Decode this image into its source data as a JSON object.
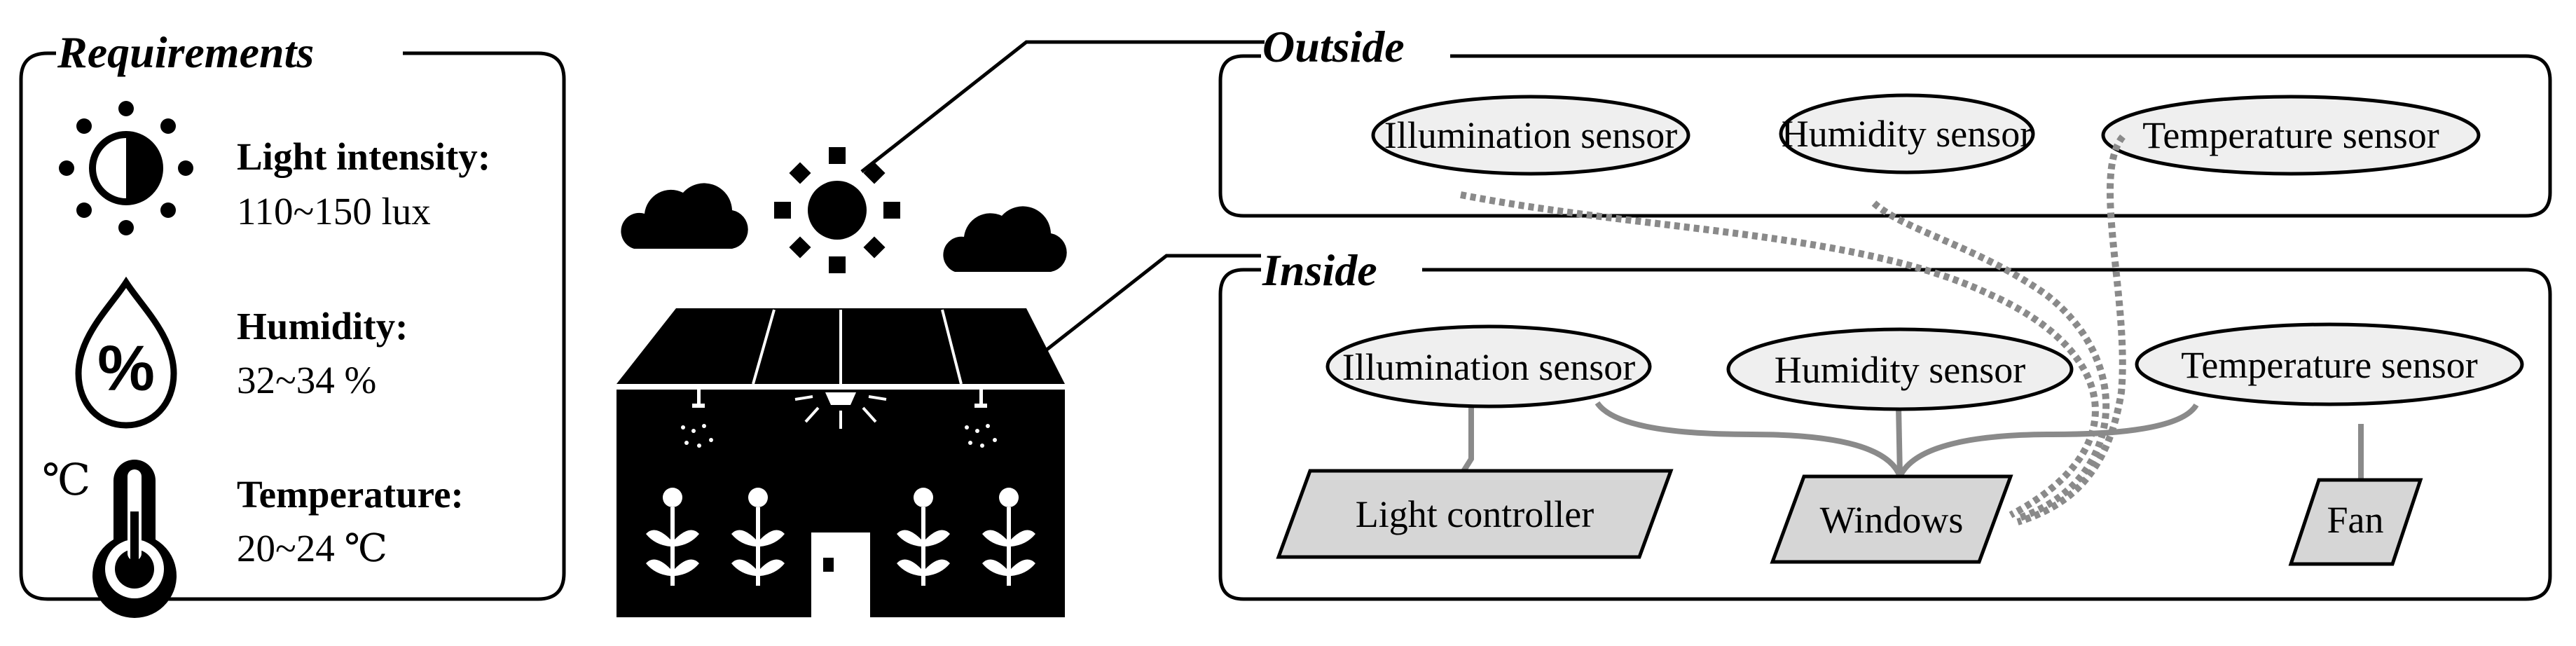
{
  "requirements": {
    "title": "Requirements",
    "items": [
      {
        "label": "Light intensity",
        "value": "110~150 lux",
        "icon": "light-intensity-icon"
      },
      {
        "label": "Humidity",
        "value": "32~34 %",
        "icon": "humidity-drop-icon"
      },
      {
        "label": "Temperature",
        "value": "20~24 ℃",
        "icon": "thermometer-icon"
      }
    ],
    "separator": ":",
    "celsius_symbol": "℃",
    "percent_symbol": "%"
  },
  "outside": {
    "title": "Outside",
    "sensors": [
      "Illumination sensor",
      "Humidity sensor",
      "Temperature sensor"
    ]
  },
  "inside": {
    "title": "Inside",
    "sensors": [
      "Illumination sensor",
      "Humidity sensor",
      "Temperature sensor"
    ],
    "actuators": [
      "Light controller",
      "Windows",
      "Fan"
    ]
  },
  "colors": {
    "ink": "#000000",
    "node_fill": "#efefef",
    "actuator_fill": "#d6d6d6",
    "link_gray": "#8a8a8a"
  }
}
